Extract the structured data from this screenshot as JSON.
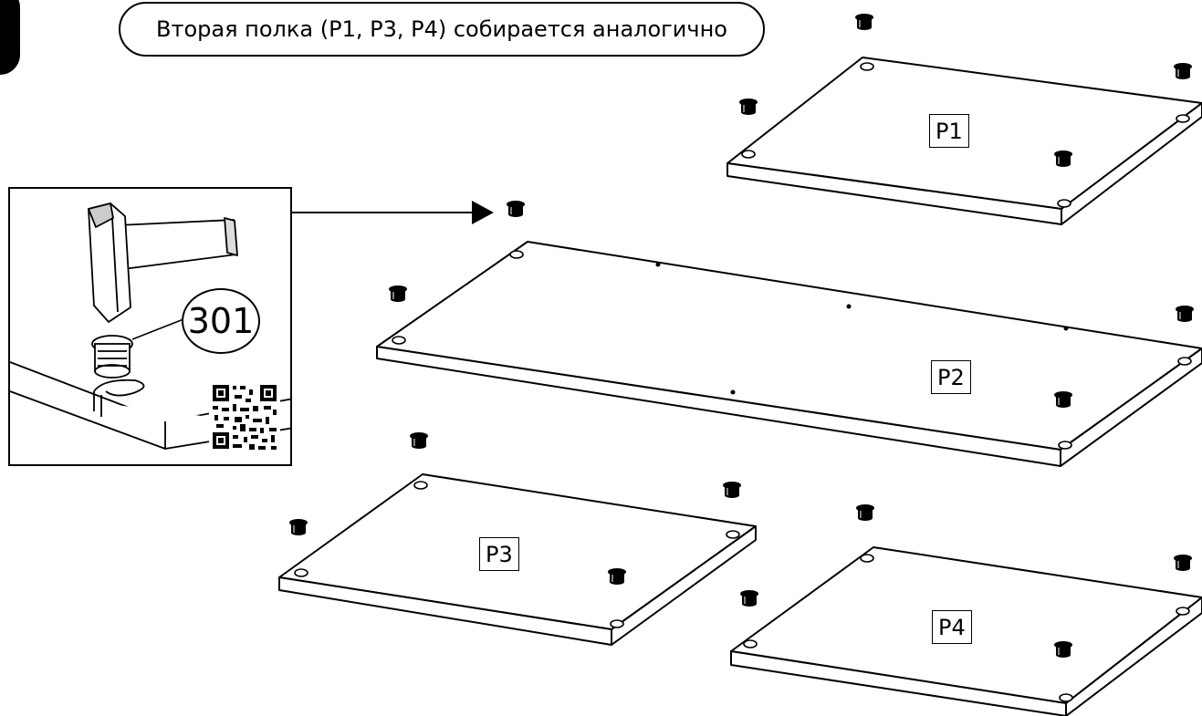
{
  "instruction": {
    "note": "Вторая полка (P1, P3, P4) собирается аналогично"
  },
  "inset": {
    "part_number": "301"
  },
  "panels": [
    {
      "id": "P1",
      "label": "P1"
    },
    {
      "id": "P2",
      "label": "P2"
    },
    {
      "id": "P3",
      "label": "P3"
    },
    {
      "id": "P4",
      "label": "P4"
    }
  ],
  "icons": [
    "hammer-icon",
    "cam-nut-301-icon",
    "qr-code",
    "arrow-icon",
    "cam-nut-icon"
  ]
}
